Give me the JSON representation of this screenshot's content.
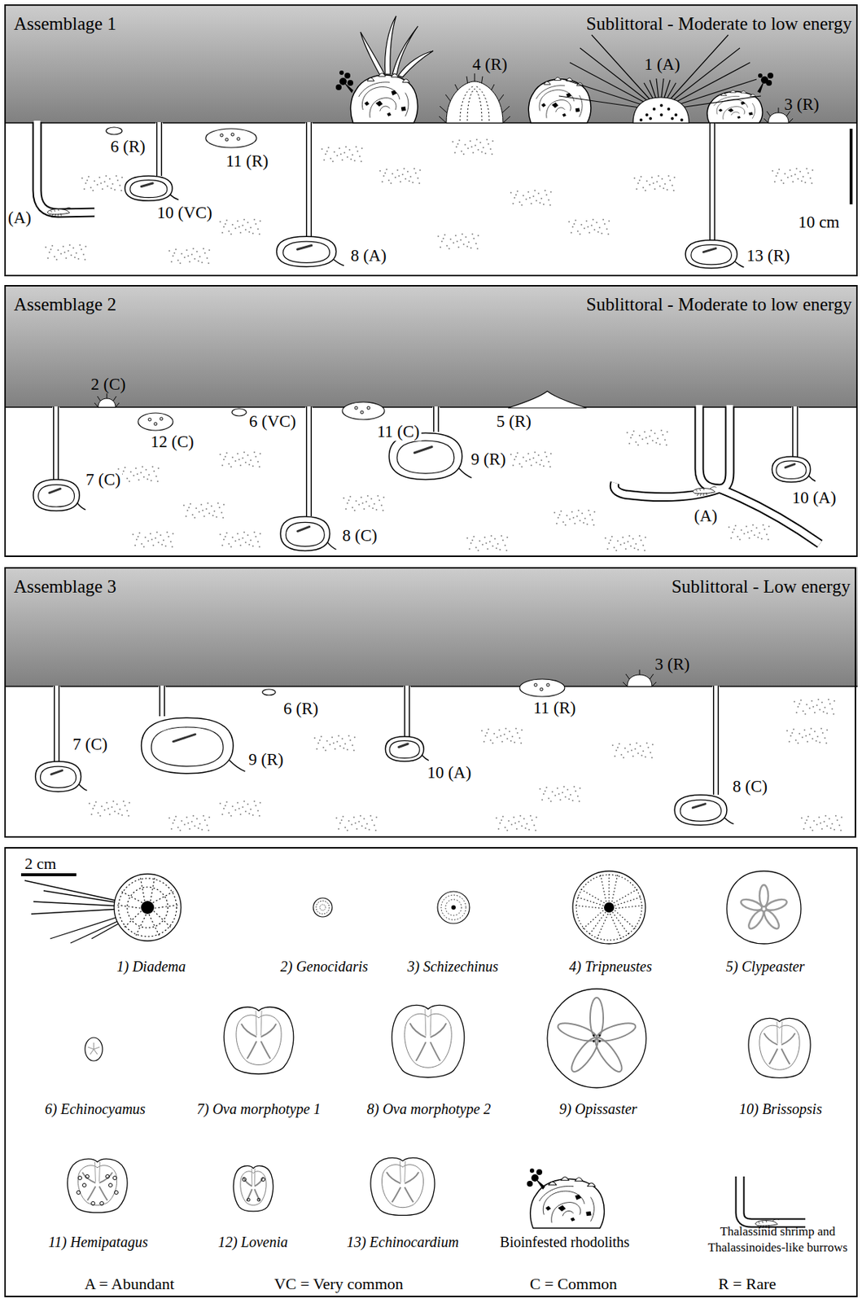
{
  "diagram": {
    "nodes": [
      {
        "text": [
          "Assemblage 1",
          "Sublittoral - Moderate to low energy"
        ]
      },
      {
        "text": [
          "Assemblage 2",
          "Sublittoral - Moderate to low energy"
        ]
      },
      {
        "text": [
          "Assemblage 3",
          "Sublittoral - Low energy"
        ]
      }
    ],
    "labels": [
      "4 (R)",
      "1 (A)",
      "3 (R)",
      "6 (R)",
      "11 (R)",
      "10 (VC)",
      "(A)",
      "8 (A)",
      "13 (R)",
      "10 cm",
      "2 (C)",
      "12 (C)",
      "6 (VC)",
      "11 (C)",
      "5 (R)",
      "9 (R)",
      "7 (C)",
      "8 (C)",
      "(A)",
      "10 (A)",
      "3 (R)",
      "6 (R)",
      "11 (R)",
      "7 (C)",
      "9 (R)",
      "10 (A)",
      "8 (C)",
      "2 cm",
      "1) Diadema",
      "2) Genocidaris",
      "3) Schizechinus",
      "4) Tripneustes",
      "5) Clypeaster",
      "6) Echinocyamus",
      "7) Ova morphotype 1",
      "8) Ova morphotype 2",
      "9) Opissaster",
      "10) Brissopsis",
      "11) Hemipatagus",
      "12) Lovenia",
      "13) Echinocardium",
      "Bioinfested rhodoliths",
      "Thalassinid shrimp and Thalassinoides-like burrows",
      "A = Abundant",
      "VC = Very common",
      "C = Common",
      "R = Rare"
    ]
  }
}
